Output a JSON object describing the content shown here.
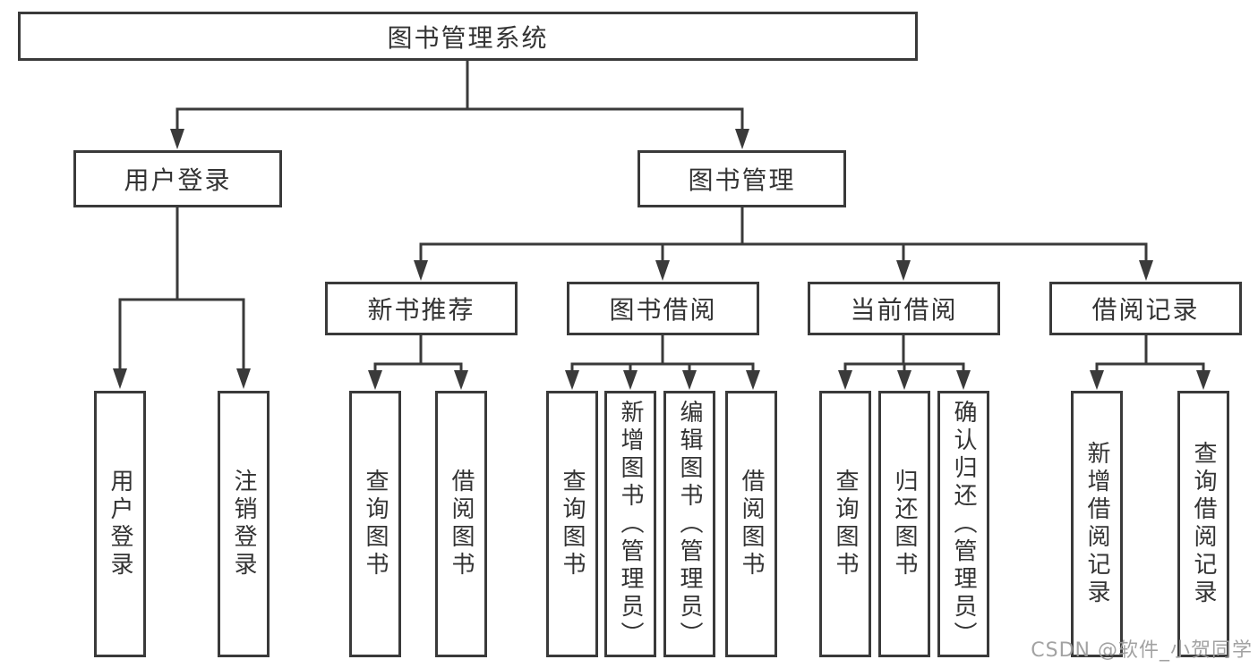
{
  "diagram": {
    "title": "图书管理系统",
    "root": {
      "label": "图书管理系统"
    },
    "level2": [
      {
        "label": "用户登录"
      },
      {
        "label": "图书管理"
      }
    ],
    "level3": [
      {
        "label": "新书推荐"
      },
      {
        "label": "图书借阅"
      },
      {
        "label": "当前借阅"
      },
      {
        "label": "借阅记录"
      }
    ],
    "leaves": {
      "user_login": [
        "用户登录",
        "注销登录"
      ],
      "new_book": [
        "查询图书",
        "借阅图书"
      ],
      "book_borrow": [
        "查询图书",
        "新增图书（管理员）",
        "编辑图书（管理员）",
        "借阅图书"
      ],
      "current_borrow": [
        "查询图书",
        "归还图书",
        "确认归还（管理员）"
      ],
      "borrow_record": [
        "新增借阅记录",
        "查询借阅记录"
      ]
    }
  },
  "watermark": "CSDN @软件_小贺同学",
  "colors": {
    "line": "#3a3a3a",
    "text": "#333333",
    "box_fill": "#ffffff",
    "watermark": "#9e9e9e",
    "background": "#ffffff"
  }
}
